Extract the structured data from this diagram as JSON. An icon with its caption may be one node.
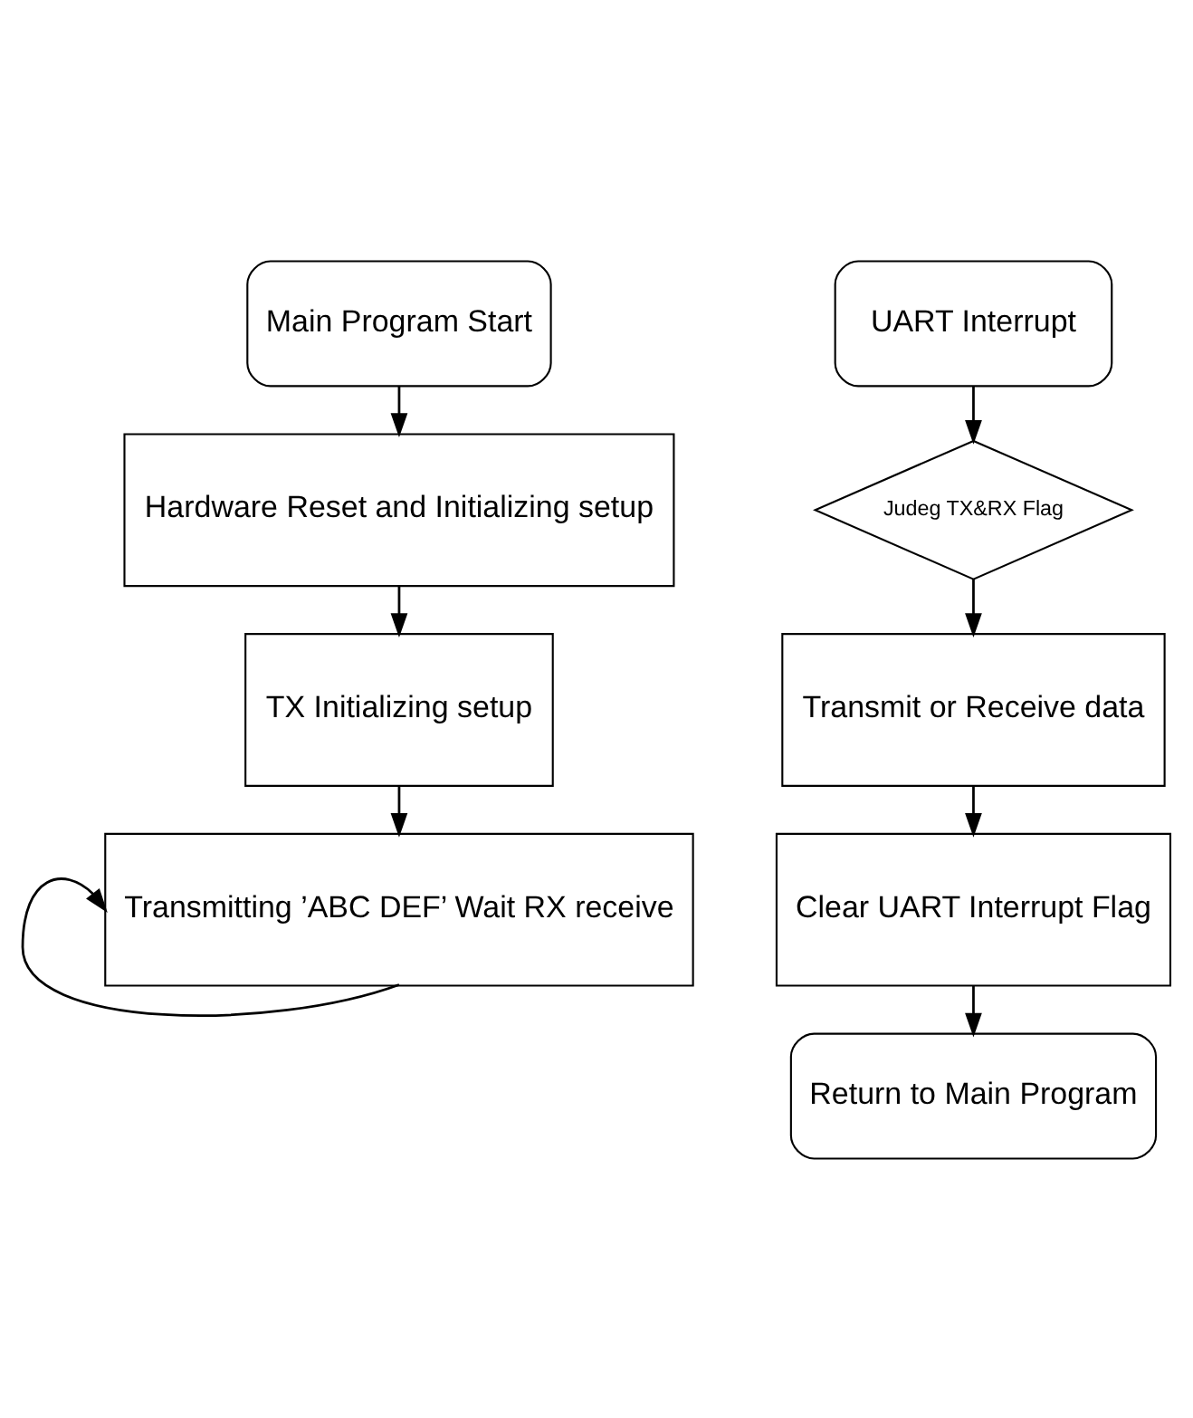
{
  "diagram": {
    "nodes": [
      {
        "text": [
          "Main Program Start"
        ]
      },
      {
        "text": [
          "Hardware Reset and Initializing setup"
        ]
      },
      {
        "text": [
          "TX Initializing setup"
        ]
      },
      {
        "text": [
          "Transmitting ’ABC DEF’ Wait RX receive"
        ]
      },
      {
        "text": [
          "UART Interrupt"
        ]
      },
      {
        "text": [
          "Judeg TX&RX Flag"
        ]
      },
      {
        "text": [
          "Transmit or Receive data"
        ]
      },
      {
        "text": [
          "Clear UART Interrupt Flag"
        ]
      },
      {
        "text": [
          "Return to Main Program"
        ]
      }
    ],
    "edges": [
      {
        "from": 0,
        "to": 1,
        "arrow": "to"
      },
      {
        "from": 1,
        "to": 2,
        "arrow": "to"
      },
      {
        "from": 2,
        "to": 3,
        "arrow": "to"
      },
      {
        "from": 3,
        "to": 3,
        "arrow": "to"
      },
      {
        "from": 4,
        "to": 5,
        "arrow": "to"
      },
      {
        "from": 5,
        "to": 6,
        "arrow": "to"
      },
      {
        "from": 6,
        "to": 7,
        "arrow": "to"
      },
      {
        "from": 7,
        "to": 8,
        "arrow": "to"
      }
    ]
  }
}
